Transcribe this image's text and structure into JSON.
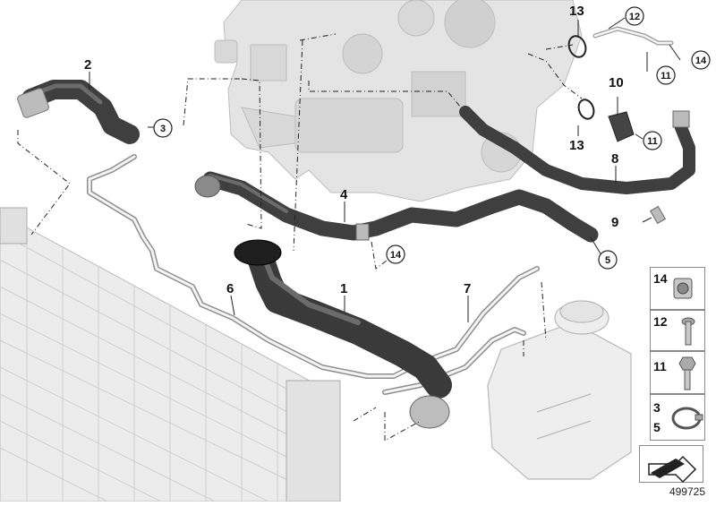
{
  "diagram": {
    "callouts": [
      "1",
      "2",
      "3",
      "4",
      "5",
      "6",
      "7",
      "8",
      "9",
      "10",
      "11",
      "12",
      "13",
      "14"
    ],
    "legend": {
      "item_14": "14",
      "item_12": "12",
      "item_11": "11",
      "item_3": "3",
      "item_5": "5"
    },
    "diagram_id": "499725",
    "colors": {
      "hose": "#4a4a4a",
      "engine": "#cfcfcf",
      "leader": "#222222"
    }
  }
}
